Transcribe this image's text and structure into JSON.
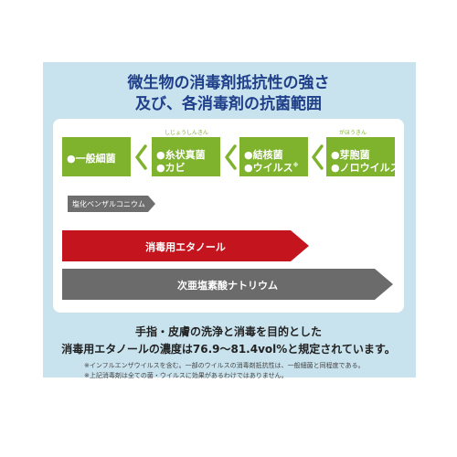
{
  "title": {
    "line1": "微生物の消毒剤抵抗性の強さ",
    "line2": "及び、各消毒剤の抗菌範囲"
  },
  "boxes": [
    {
      "ruby": "",
      "items": [
        "●一般細菌"
      ]
    },
    {
      "ruby": "しじょうしんきん",
      "items": [
        "●糸状真菌",
        "●カビ"
      ]
    },
    {
      "ruby": "",
      "items": [
        "●結核菌",
        "●ウイルス"
      ],
      "mark": "※"
    },
    {
      "ruby": "がほうきん",
      "items": [
        "●芽胞菌",
        "●ノロウイルス"
      ]
    }
  ],
  "disinfectants": [
    {
      "label": "塩化ベンザルコニウム",
      "color": "#6e6e6e"
    },
    {
      "label": "消毒用エタノール",
      "color": "#c4141e"
    },
    {
      "label": "次亜塩素酸ナトリウム",
      "color": "#6b6b6b"
    }
  ],
  "caption": {
    "line1": "手指・皮膚の洗浄と消毒を目的とした",
    "line2": "消毒用エタノールの濃度は76.9〜81.4vol%と規定されています。"
  },
  "notes": [
    "※インフルエンザウイルスを含む。一部のウイルスの消毒剤抵抗性は、一般細菌と同程度である。",
    "※上記消毒剤は全ての菌・ウイルスに効果があるわけではありません。"
  ],
  "colors": {
    "panel": "#c9e3ee",
    "green": "#7fb32d",
    "title": "#1f3f8a",
    "red": "#c4141e",
    "gray": "#6b6b6b"
  }
}
